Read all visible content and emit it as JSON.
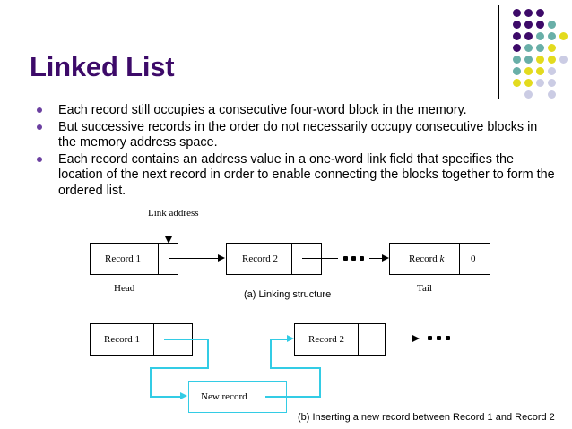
{
  "slide": {
    "title": "Linked List",
    "title_color": "#3D0A69",
    "accent_cyan": "#33CCE5",
    "bullet_color": "#6B3FA0"
  },
  "bullets": [
    "Each record still occupies a consecutive four-word block in the memory.",
    "But successive records in the order do not necessarily occupy consecutive blocks in the memory address space.",
    "Each record contains an address value in a one-word link field that specifies the location of the next record in order to enable connecting the blocks together to form the ordered list."
  ],
  "logo": {
    "colors": {
      "purple": "#3D0A69",
      "teal": "#69AFA8",
      "yellow": "#E3DB1E",
      "lavender": "#CBCCE4"
    },
    "dots": [
      {
        "col": 0,
        "row": 0,
        "color": "purple"
      },
      {
        "col": 1,
        "row": 0,
        "color": "purple"
      },
      {
        "col": 2,
        "row": 0,
        "color": "purple"
      },
      {
        "col": 0,
        "row": 1,
        "color": "purple"
      },
      {
        "col": 1,
        "row": 1,
        "color": "purple"
      },
      {
        "col": 2,
        "row": 1,
        "color": "purple"
      },
      {
        "col": 3,
        "row": 1,
        "color": "teal"
      },
      {
        "col": 0,
        "row": 2,
        "color": "purple"
      },
      {
        "col": 1,
        "row": 2,
        "color": "purple"
      },
      {
        "col": 2,
        "row": 2,
        "color": "teal"
      },
      {
        "col": 3,
        "row": 2,
        "color": "teal"
      },
      {
        "col": 4,
        "row": 2,
        "color": "yellow"
      },
      {
        "col": 0,
        "row": 3,
        "color": "purple"
      },
      {
        "col": 1,
        "row": 3,
        "color": "teal"
      },
      {
        "col": 2,
        "row": 3,
        "color": "teal"
      },
      {
        "col": 3,
        "row": 3,
        "color": "yellow"
      },
      {
        "col": 0,
        "row": 4,
        "color": "teal"
      },
      {
        "col": 1,
        "row": 4,
        "color": "teal"
      },
      {
        "col": 2,
        "row": 4,
        "color": "yellow"
      },
      {
        "col": 3,
        "row": 4,
        "color": "yellow"
      },
      {
        "col": 4,
        "row": 4,
        "color": "lavender"
      },
      {
        "col": 0,
        "row": 5,
        "color": "teal"
      },
      {
        "col": 1,
        "row": 5,
        "color": "yellow"
      },
      {
        "col": 2,
        "row": 5,
        "color": "yellow"
      },
      {
        "col": 3,
        "row": 5,
        "color": "lavender"
      },
      {
        "col": 0,
        "row": 6,
        "color": "yellow"
      },
      {
        "col": 1,
        "row": 6,
        "color": "yellow"
      },
      {
        "col": 2,
        "row": 6,
        "color": "lavender"
      },
      {
        "col": 3,
        "row": 6,
        "color": "lavender"
      },
      {
        "col": 1,
        "row": 7,
        "color": "lavender"
      },
      {
        "col": 3,
        "row": 7,
        "color": "lavender"
      }
    ]
  },
  "diagram_a": {
    "annotation_link_address": "Link address",
    "record1": "Record 1",
    "record2": "Record 2",
    "recordk_prefix": "Record ",
    "recordk_index": "k",
    "recordk_link_value": "0",
    "head_label": "Head",
    "tail_label": "Tail",
    "caption": "(a) Linking structure"
  },
  "diagram_b": {
    "record1": "Record 1",
    "record2": "Record 2",
    "new_record": "New record",
    "caption": "(b) Inserting a new record between Record 1 and Record 2"
  }
}
